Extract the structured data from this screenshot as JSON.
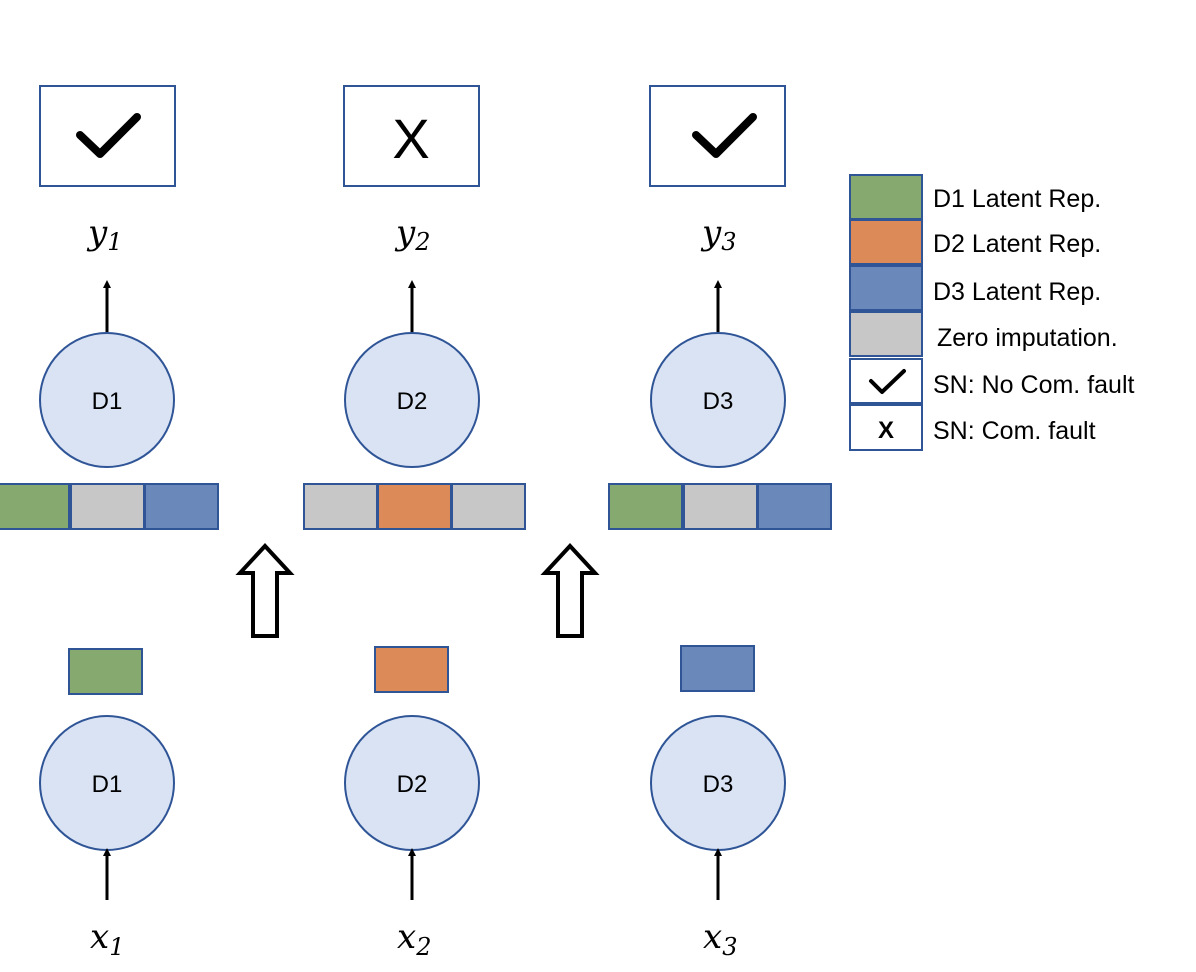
{
  "colors": {
    "green": "#86a96f",
    "orange": "#dc8a57",
    "blue": "#6b88bb",
    "gray": "#c8c7c7",
    "node_fill": "#d9e3f4",
    "node_stroke": "#2f5597"
  },
  "outputs": [
    {
      "status_icon": "check-icon",
      "status_text": "",
      "var": "y",
      "sub": "1"
    },
    {
      "status_icon": "",
      "status_text": "X",
      "var": "y",
      "sub": "2"
    },
    {
      "status_icon": "check-icon",
      "status_text": "",
      "var": "y",
      "sub": "3"
    }
  ],
  "top_nodes": [
    {
      "label": "D1",
      "vector": [
        "green",
        "gray",
        "blue"
      ]
    },
    {
      "label": "D2",
      "vector": [
        "gray",
        "orange",
        "gray"
      ]
    },
    {
      "label": "D3",
      "vector": [
        "green",
        "gray",
        "blue"
      ]
    }
  ],
  "bottom_nodes": [
    {
      "label": "D1",
      "latent": "green"
    },
    {
      "label": "D2",
      "latent": "orange"
    },
    {
      "label": "D3",
      "latent": "blue"
    }
  ],
  "inputs": [
    {
      "var": "x",
      "sub": "1"
    },
    {
      "var": "x",
      "sub": "2"
    },
    {
      "var": "x",
      "sub": "3"
    }
  ],
  "legend": [
    {
      "swatch": "green",
      "text": "D1 Latent Rep."
    },
    {
      "swatch": "orange",
      "text": "D2 Latent Rep."
    },
    {
      "swatch": "blue",
      "text": "D3 Latent Rep."
    },
    {
      "swatch": "gray",
      "text": "Zero imputation."
    },
    {
      "icon": "check-icon",
      "symbol": "",
      "text": "SN: No Com. fault"
    },
    {
      "icon": "",
      "symbol": "X",
      "text": "SN: Com. fault"
    }
  ]
}
